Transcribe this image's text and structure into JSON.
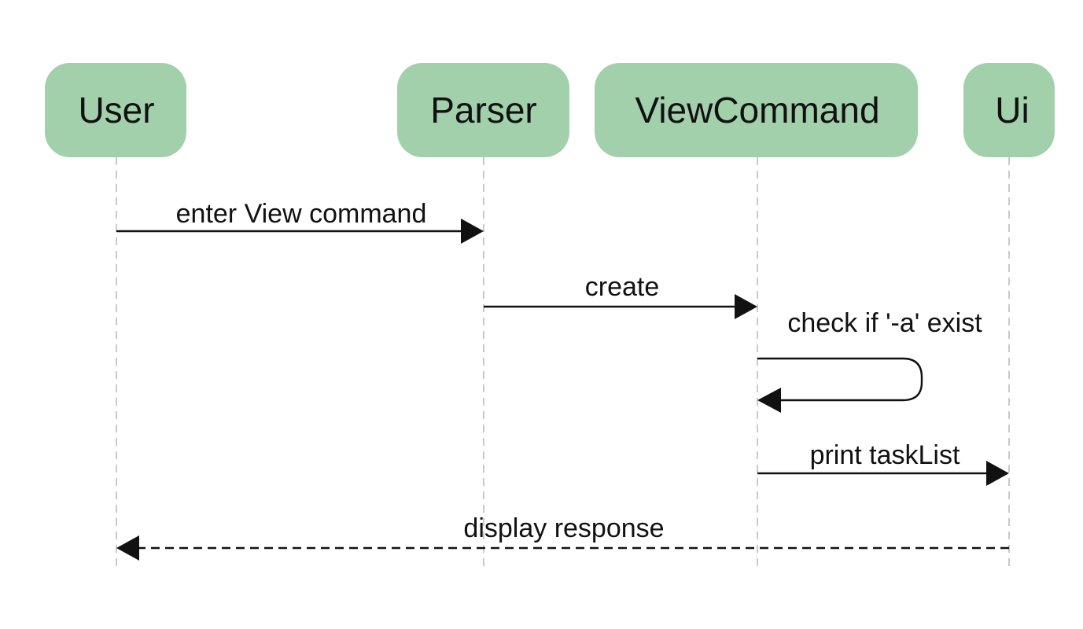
{
  "participants": [
    {
      "id": "user",
      "label": "User"
    },
    {
      "id": "parser",
      "label": "Parser"
    },
    {
      "id": "viewcommand",
      "label": "ViewCommand"
    },
    {
      "id": "ui",
      "label": "Ui"
    }
  ],
  "messages": [
    {
      "id": "enter-view-command",
      "from": "user",
      "to": "parser",
      "label": "enter View command",
      "style": "solid"
    },
    {
      "id": "create",
      "from": "parser",
      "to": "viewcommand",
      "label": "create",
      "style": "solid"
    },
    {
      "id": "check-a-exist",
      "from": "viewcommand",
      "to": "viewcommand",
      "label": "check if '-a' exist",
      "style": "self"
    },
    {
      "id": "print-tasklist",
      "from": "viewcommand",
      "to": "ui",
      "label": "print taskList",
      "style": "solid"
    },
    {
      "id": "display-response",
      "from": "ui",
      "to": "user",
      "label": "display response",
      "style": "dashed"
    }
  ],
  "colors": {
    "participant_fill": "#a1d0ab",
    "lifeline": "#bdbdbd",
    "line": "#111111"
  }
}
